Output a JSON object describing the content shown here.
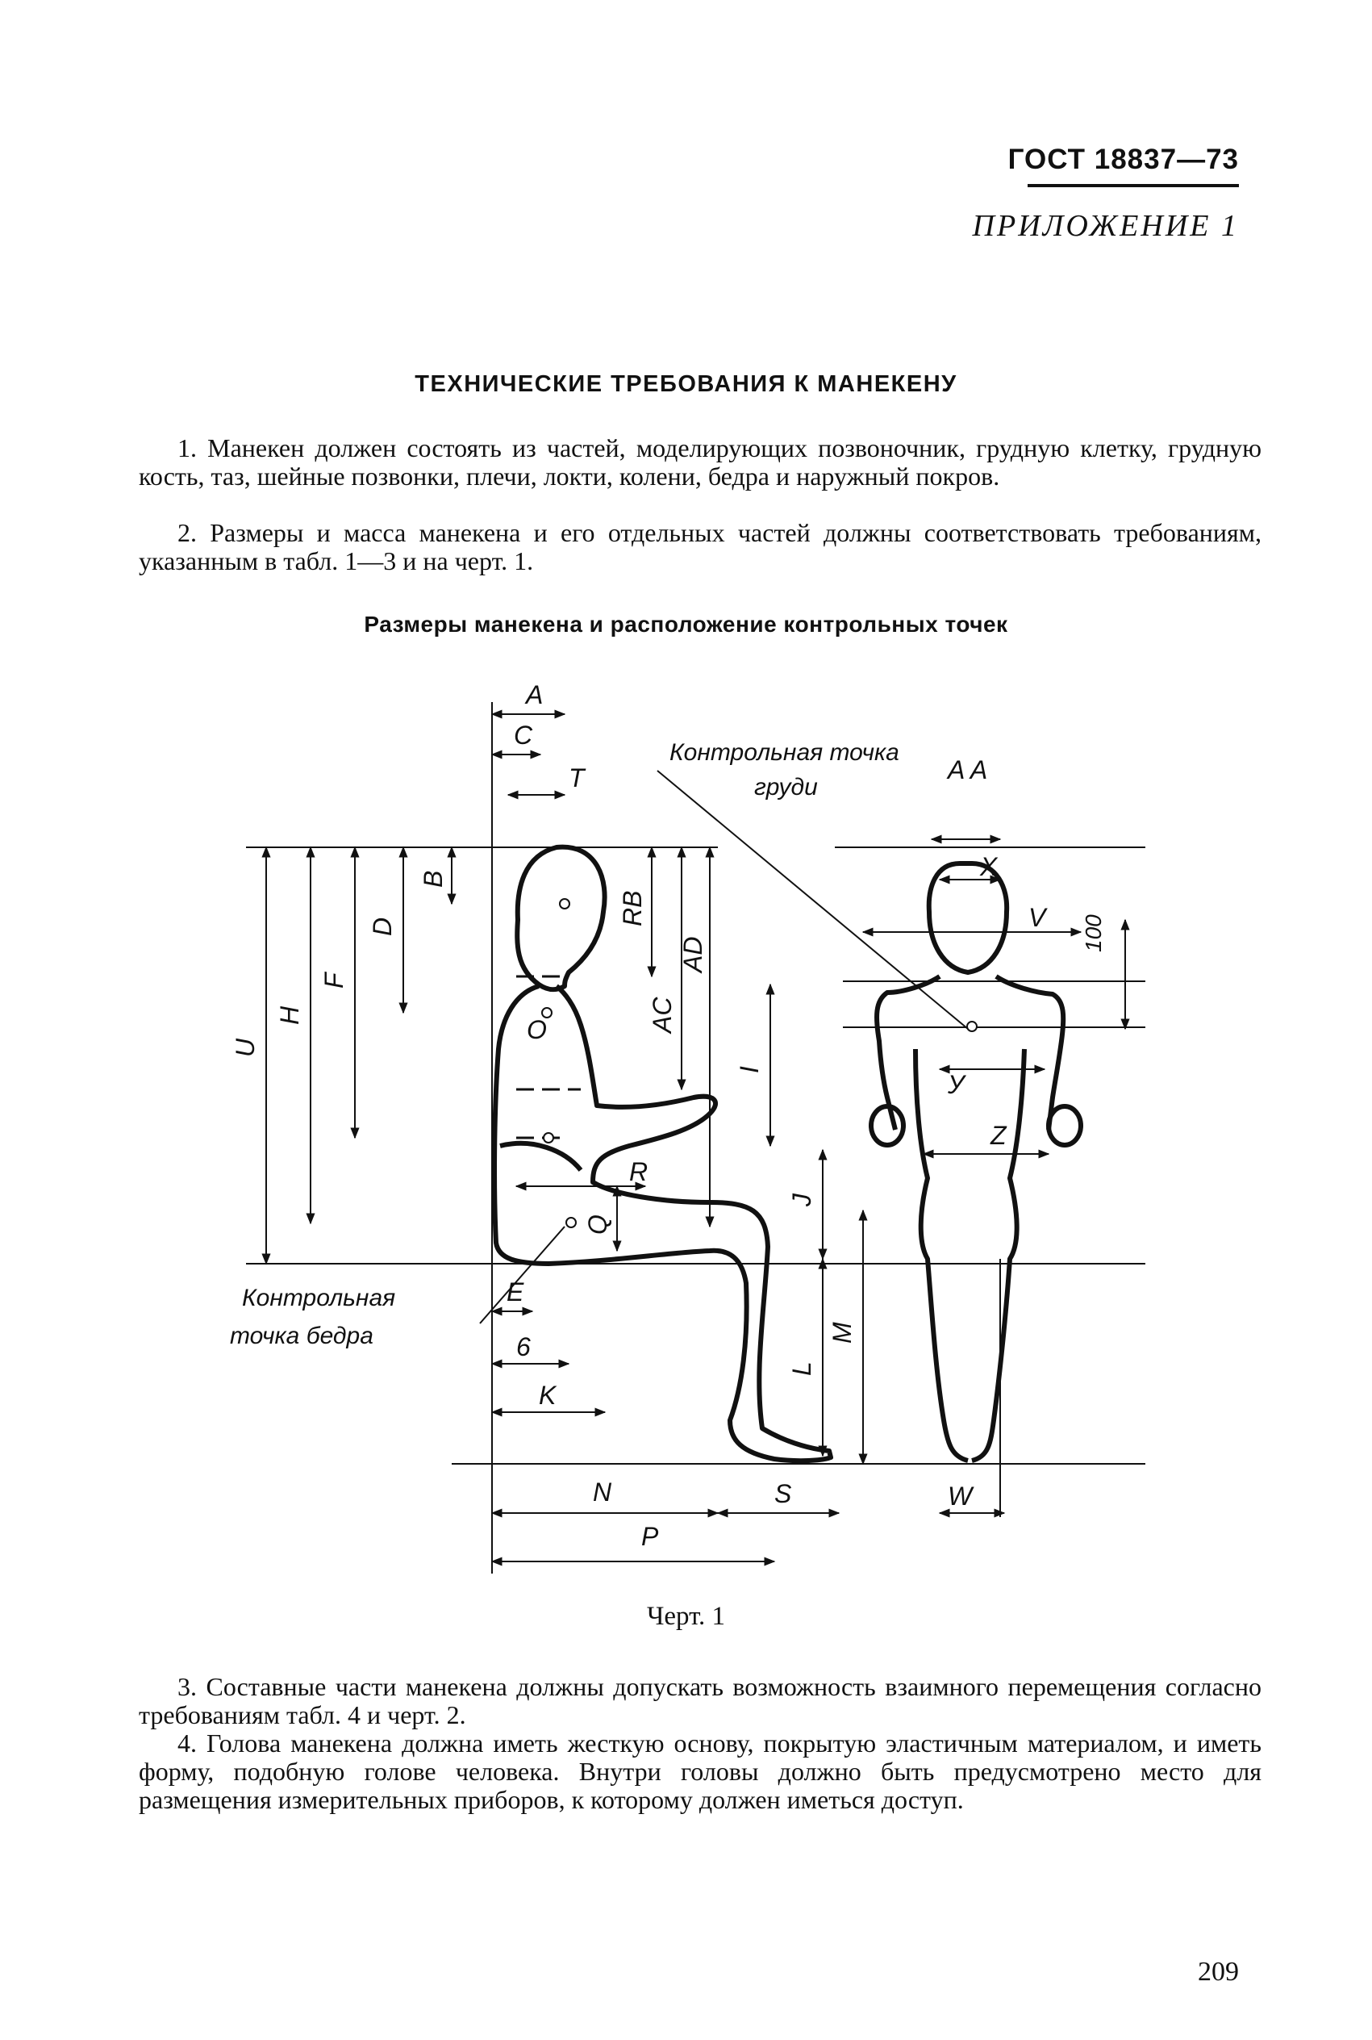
{
  "header": {
    "standard": "ГОСТ 18837—73",
    "appendix": "ПРИЛОЖЕНИЕ 1"
  },
  "title": "ТЕХНИЧЕСКИЕ ТРЕБОВАНИЯ К МАНЕКЕНУ",
  "paragraphs": {
    "p1": "1. Манекен должен состоять из частей, моделирующих позвоночник, грудную клетку, грудную кость, таз, шейные позвонки, плечи, локти, колени, бедра и наружный покров.",
    "p2": "2. Размеры и масса манекена и его отдельных частей должны соответствовать требованиям, указанным в табл. 1—3 и на черт. 1.",
    "p3": "3. Составные части манекена должны допускать возможность взаимного перемещения согласно требованиям табл. 4 и черт. 2.",
    "p4": "4. Голова манекена должна иметь жесткую основу, покрытую эластичным материалом, и иметь форму, подобную голове человека. Внутри головы должно быть предусмотрено место для размещения измерительных приборов, к которому должен иметься доступ."
  },
  "figure": {
    "subtitle": "Размеры манекена и расположение контрольных точек",
    "caption": "Черт. 1",
    "callouts": {
      "chest_line1": "Контрольная точка",
      "chest_line2": "груди",
      "hip_line1": "Контрольная",
      "hip_line2": "точка бедра"
    },
    "labels": {
      "A": "A",
      "C": "C",
      "T": "T",
      "AA": "A A",
      "X": "X",
      "V": "V",
      "n100": "100",
      "B": "B",
      "RB": "RB",
      "AD": "AD",
      "D": "D",
      "F": "F",
      "H": "H",
      "U": "U",
      "AC": "AC",
      "O": "O",
      "I": "I",
      "Y": "У",
      "Z": "Z",
      "J": "J",
      "R": "R",
      "Q": "Q",
      "M": "M",
      "L": "L",
      "E": "E",
      "G": "6",
      "K": "K",
      "N": "N",
      "S": "S",
      "W": "W",
      "P": "P"
    }
  },
  "page_number": "209"
}
